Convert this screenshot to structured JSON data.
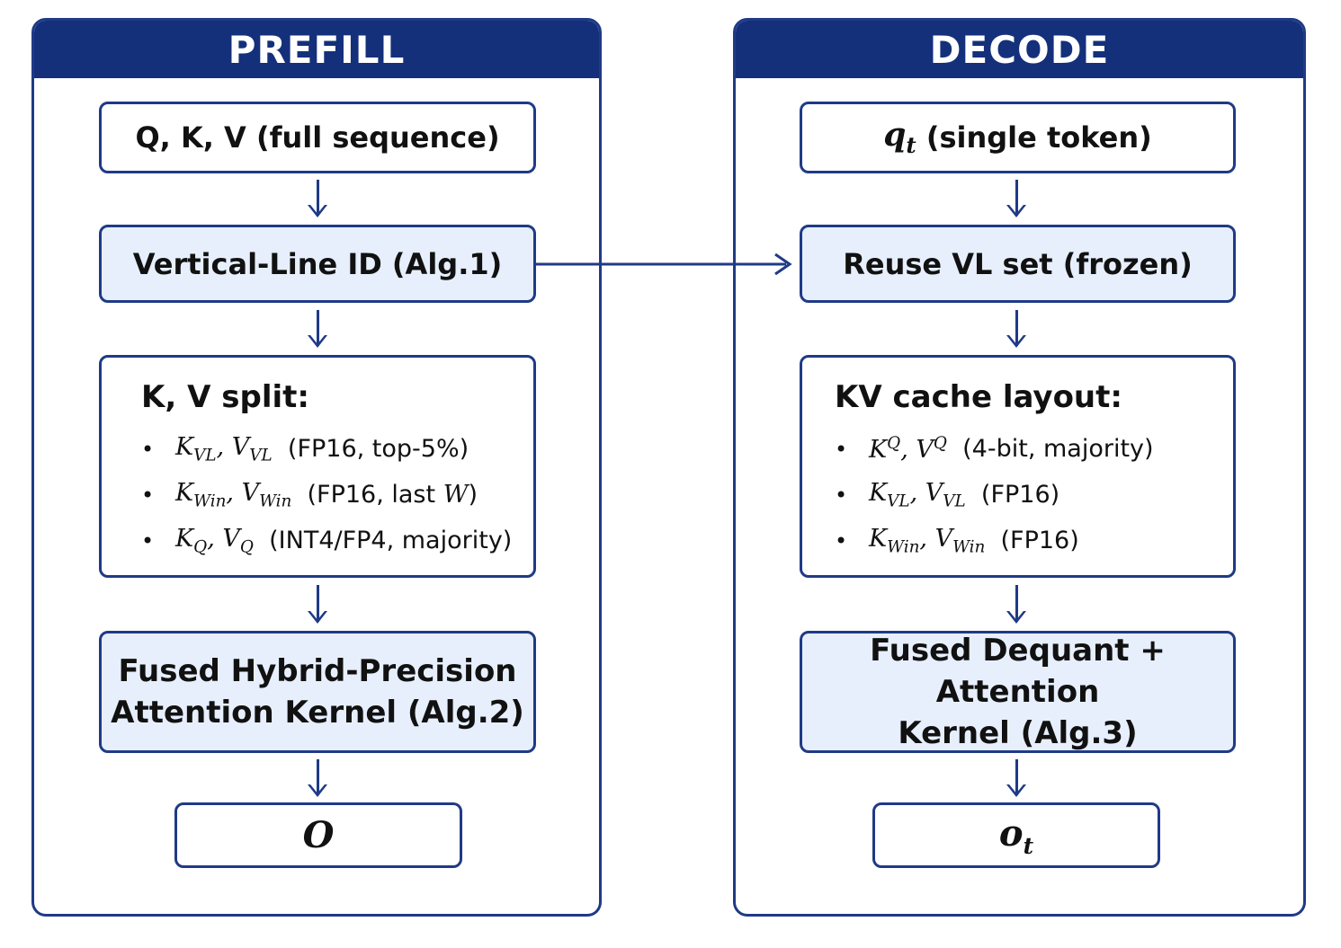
{
  "prefill": {
    "header": "PREFILL",
    "input": "Q, K, V (full sequence)",
    "vl_id": "Vertical-Line ID (Alg.1)",
    "split": {
      "title": "K, V split:",
      "items": [
        {
          "k": "K",
          "ks": "VL",
          "v": "V",
          "vs": "VL",
          "text": "(FP16, top-5%)"
        },
        {
          "k": "K",
          "ks": "Win",
          "v": "V",
          "vs": "Win",
          "text": "(FP16, last",
          "tail": "W",
          "close": ")"
        },
        {
          "k": "K",
          "ks": "Q",
          "v": "V",
          "vs": "Q",
          "text": "(INT4/FP4, majority)"
        }
      ]
    },
    "kernel_line1": "Fused Hybrid-Precision",
    "kernel_line2": "Attention Kernel (Alg.2)",
    "output": "O"
  },
  "decode": {
    "header": "DECODE",
    "input_var": "q",
    "input_sub": "t",
    "input_text": "(single token)",
    "reuse": "Reuse VL set (frozen)",
    "cache": {
      "title": "KV cache layout:",
      "items": [
        {
          "k": "K",
          "ks": "Q",
          "v": "V",
          "vs": "Q",
          "sup": true,
          "text": "(4-bit, majority)"
        },
        {
          "k": "K",
          "ks": "VL",
          "v": "V",
          "vs": "VL",
          "text": "(FP16)"
        },
        {
          "k": "K",
          "ks": "Win",
          "v": "V",
          "vs": "Win",
          "text": "(FP16)"
        }
      ]
    },
    "kernel_line1": "Fused Dequant + Attention",
    "kernel_line2": "Kernel (Alg.3)",
    "output_var": "o",
    "output_sub": "t"
  },
  "colors": {
    "navy": "#14307b",
    "border": "#1f3a86",
    "fill": "#e7effd"
  }
}
